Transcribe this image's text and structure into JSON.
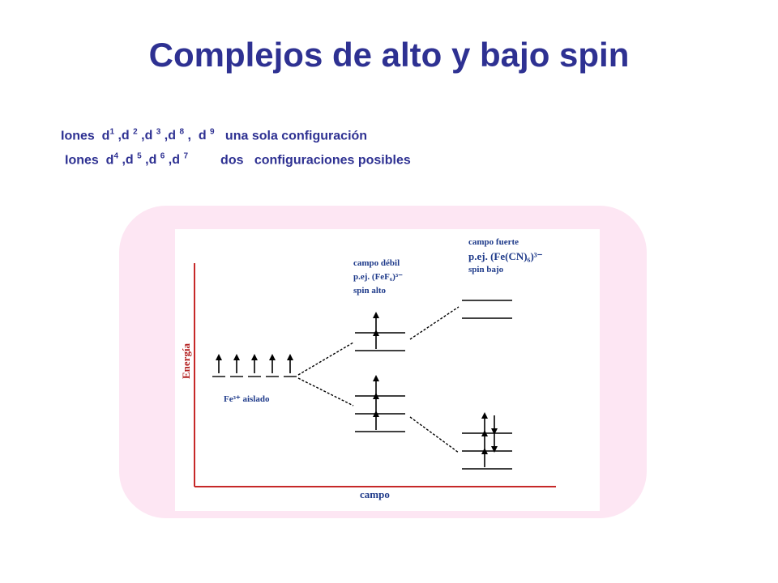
{
  "slide": {
    "title": "Complejos de alto y bajo spin",
    "line1": {
      "prefix": "Iones  d",
      "ions": [
        {
          "sep": "",
          "sup": "1"
        },
        {
          "sep": " ,d ",
          "sup": "2"
        },
        {
          "sep": " ,d ",
          "sup": "3"
        },
        {
          "sep": " ,d ",
          "sup": "8"
        },
        {
          "sep": " ,  d ",
          "sup": "9"
        }
      ],
      "suffix": "   una sola configuración"
    },
    "line2": {
      "prefix": "Iones  d",
      "ions": [
        {
          "sep": "",
          "sup": "4"
        },
        {
          "sep": " ,d ",
          "sup": "5"
        },
        {
          "sep": " ,d ",
          "sup": "6"
        },
        {
          "sep": " ,d ",
          "sup": "7"
        }
      ],
      "suffix": "         dos   configuraciones posibles"
    }
  },
  "diagram": {
    "y_axis_label": "Energía",
    "x_axis_label": "campo",
    "free_ion_label": "Fe³⁺ aislado",
    "weak_field": {
      "line1": "campo débil",
      "line2": "p.ej. (FeF₆)³⁻",
      "line3": "spin alto"
    },
    "strong_field": {
      "line1": "campo fuerte",
      "line2": "p.ej.  (Fe(CN)₆)³⁻",
      "line3": "spin bajo"
    },
    "free_ion_electrons": 5,
    "weak_field_occupancy": {
      "upper": [
        1,
        1
      ],
      "lower": [
        1,
        1,
        1
      ]
    },
    "strong_field_occupancy": {
      "upper": [
        0,
        0
      ],
      "lower": [
        2,
        2,
        1
      ]
    }
  },
  "colors": {
    "title": "#2e3192",
    "panel": "#fde6f3",
    "axis": "#c62828",
    "diagram_text": "#1e3a8a"
  }
}
